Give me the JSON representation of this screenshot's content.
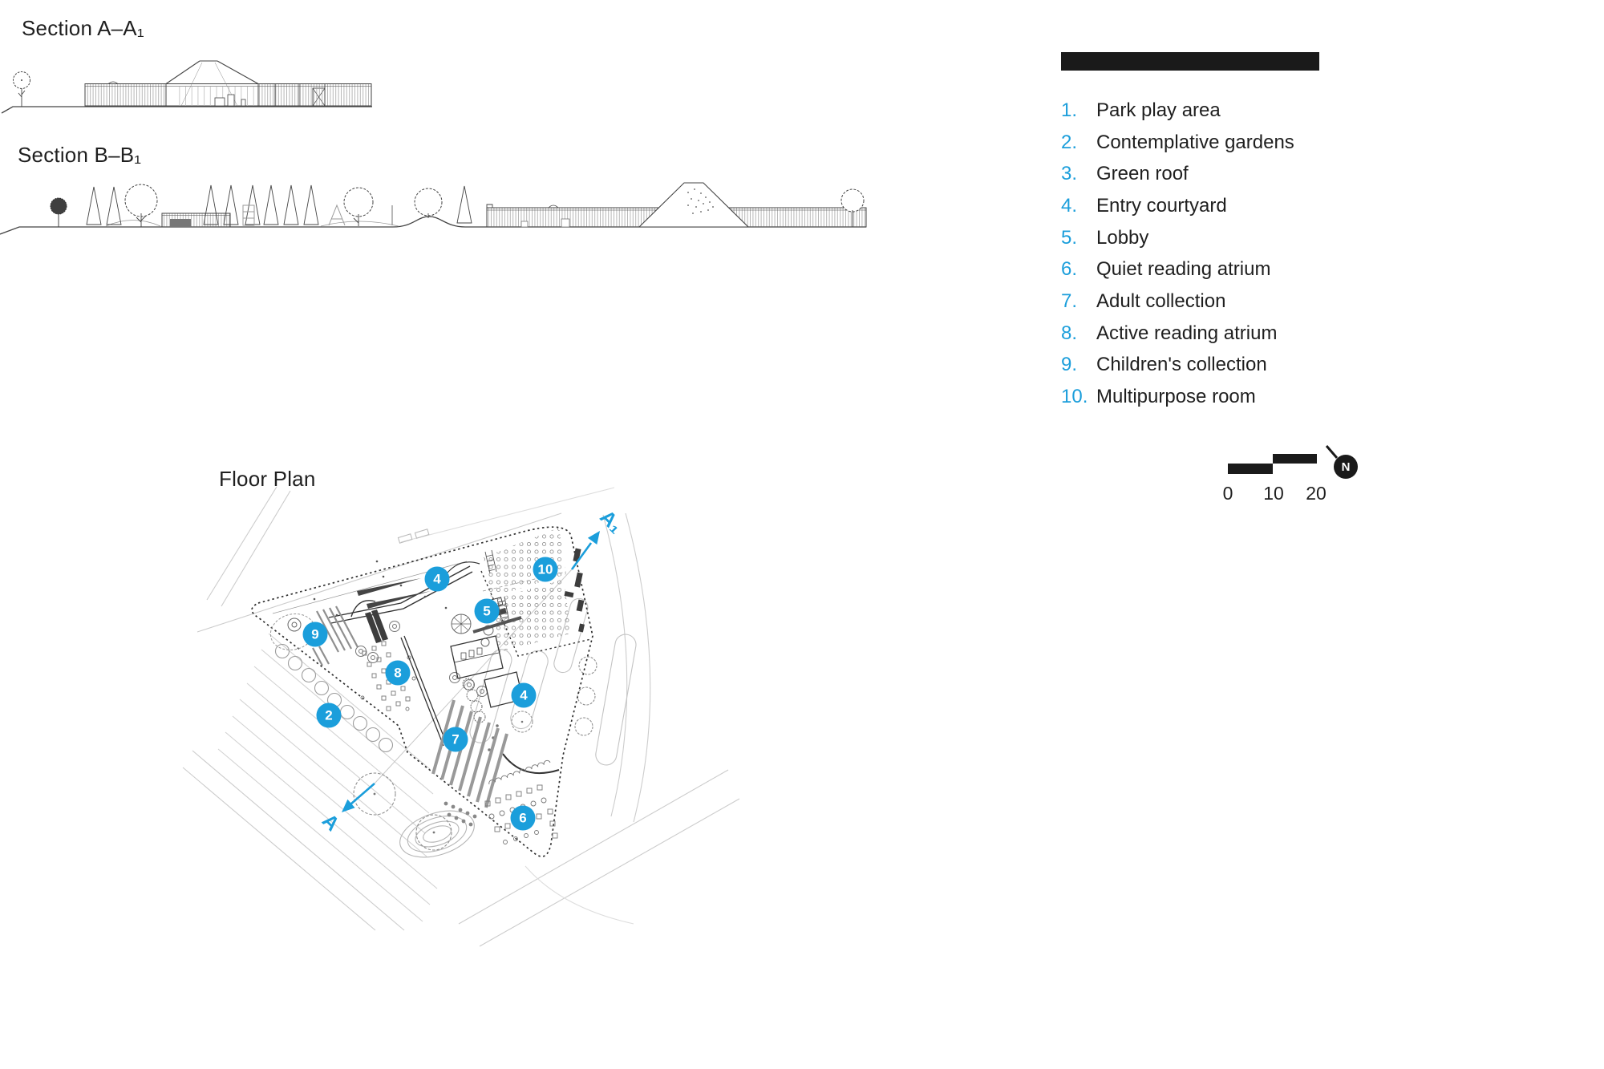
{
  "sections": {
    "a": {
      "title": "Section A–A₁"
    },
    "b": {
      "title": "Section B–B₁"
    }
  },
  "floor_plan": {
    "title": "Floor Plan",
    "cut_label_start": "A",
    "cut_label_end": "A₁",
    "markers": [
      {
        "label": "4"
      },
      {
        "label": "10"
      },
      {
        "label": "5"
      },
      {
        "label": "9"
      },
      {
        "label": "8"
      },
      {
        "label": "2"
      },
      {
        "label": "4"
      },
      {
        "label": "7"
      },
      {
        "label": "6"
      }
    ]
  },
  "legend": {
    "items": [
      {
        "number": "1.",
        "label": "Park play area"
      },
      {
        "number": "2.",
        "label": "Contemplative gardens"
      },
      {
        "number": "3.",
        "label": "Green roof"
      },
      {
        "number": "4.",
        "label": "Entry courtyard"
      },
      {
        "number": "5.",
        "label": "Lobby"
      },
      {
        "number": "6.",
        "label": "Quiet reading atrium"
      },
      {
        "number": "7.",
        "label": "Adult collection"
      },
      {
        "number": "8.",
        "label": "Active reading atrium"
      },
      {
        "number": "9.",
        "label": "Children's collection"
      },
      {
        "number": "10.",
        "label": "Multipurpose room"
      }
    ]
  },
  "scale_bar": {
    "labels": [
      "0",
      "10",
      "20"
    ]
  },
  "north": {
    "label": "N"
  },
  "colors": {
    "accent": "#1b9edb",
    "ink": "#1f1f1f",
    "bar": "#1a1a1a",
    "site_line": "#cccccc"
  }
}
